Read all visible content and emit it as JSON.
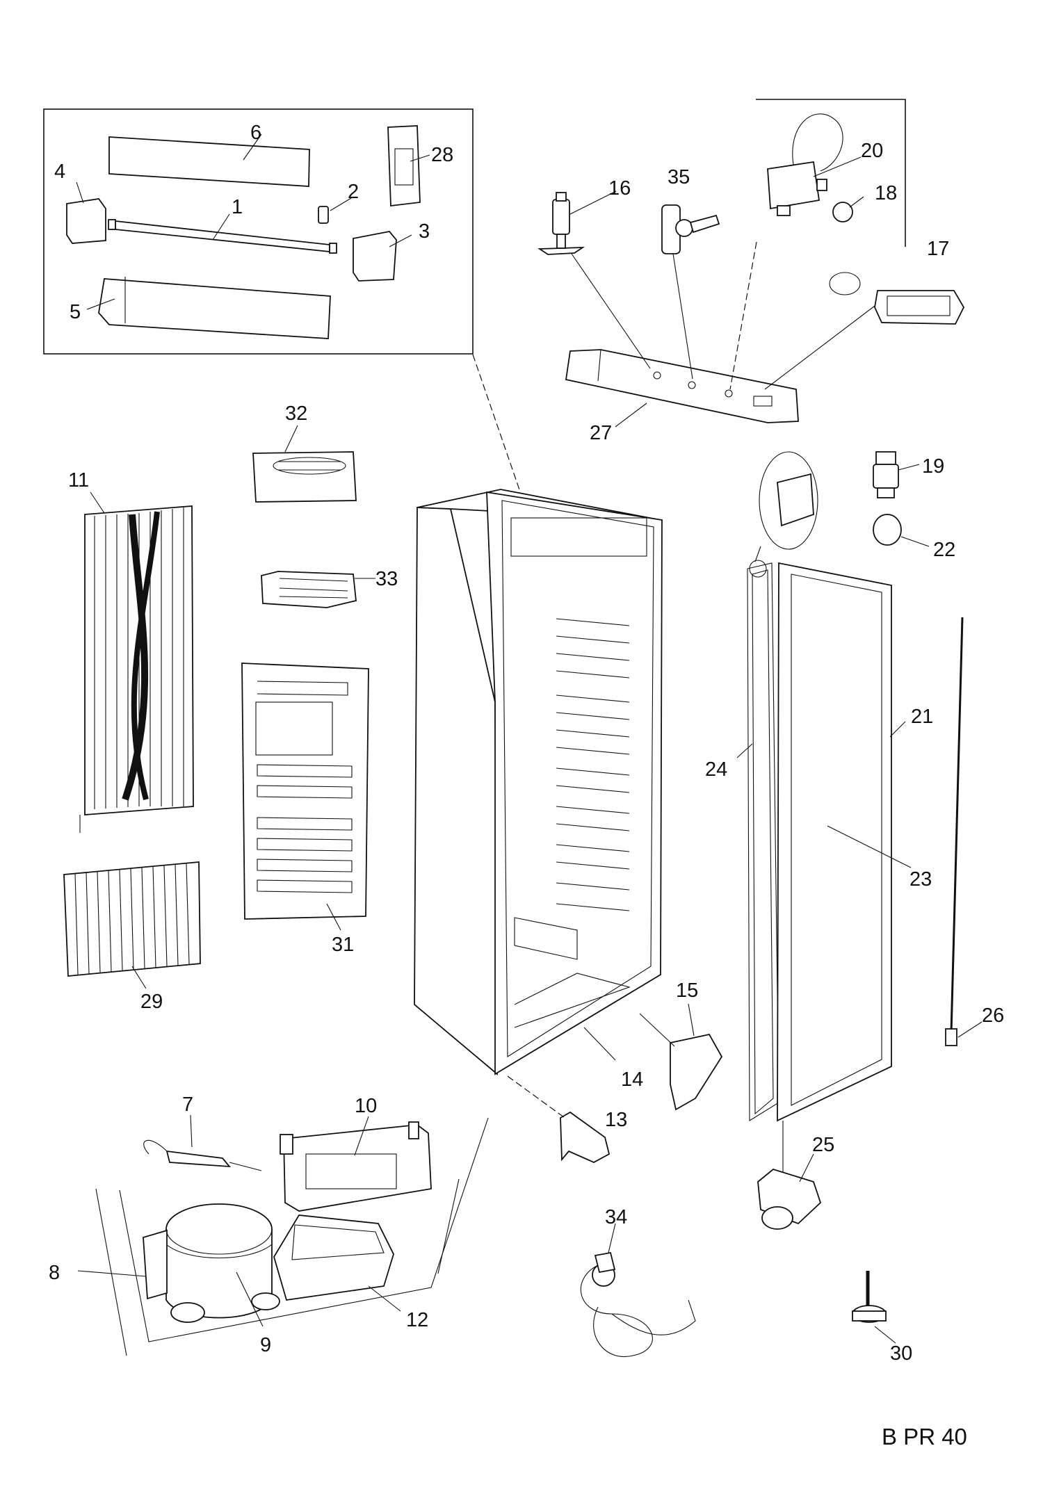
{
  "diagram_code": "B PR 40",
  "callouts": {
    "c1": "1",
    "c2": "2",
    "c3": "3",
    "c4": "4",
    "c5": "5",
    "c6": "6",
    "c7": "7",
    "c8": "8",
    "c9": "9",
    "c10": "10",
    "c11": "11",
    "c12": "12",
    "c13": "13",
    "c14": "14",
    "c15": "15",
    "c16": "16",
    "c17": "17",
    "c18": "18",
    "c19": "19",
    "c20": "20",
    "c21": "21",
    "c22": "22",
    "c23": "23",
    "c24": "24",
    "c25": "25",
    "c26": "26",
    "c27": "27",
    "c28": "28",
    "c29": "29",
    "c30": "30",
    "c31": "31",
    "c32": "32",
    "c33": "33",
    "c34": "34",
    "c35": "35"
  }
}
